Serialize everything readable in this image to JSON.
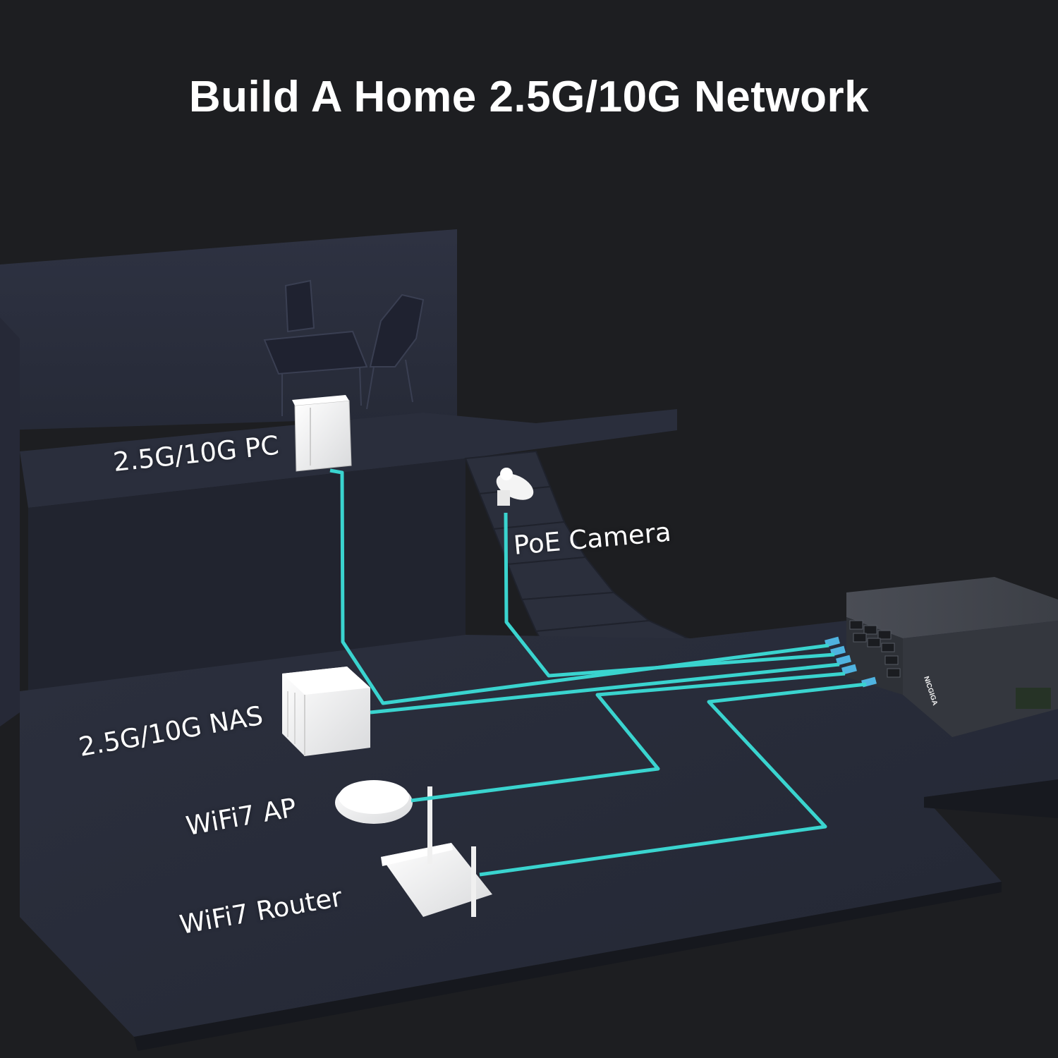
{
  "title": "Build A Home 2.5G/10G Network",
  "devices": {
    "pc": "2.5G/10G PC",
    "camera": "PoE Camera",
    "nas": "2.5G/10G NAS",
    "ap": "WiFi7 AP",
    "router": "WiFi7 Router"
  },
  "switch_brand": "NICGIGA",
  "colors": {
    "background": "#1d1e21",
    "floor": "#2b2f3d",
    "cable": "#3ad4cf",
    "device": "#f2f2f2",
    "switch_body": "#3a3d44"
  }
}
